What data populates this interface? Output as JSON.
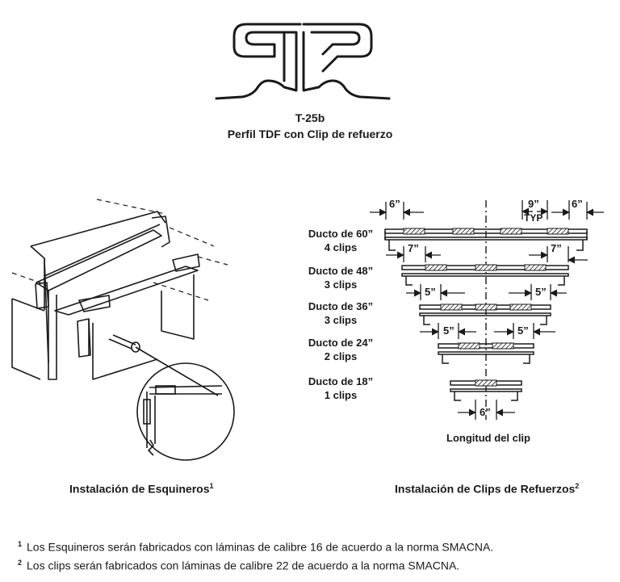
{
  "profile": {
    "code": "T-25b",
    "title": "Perfil TDF con Clip de refuerzo"
  },
  "ducts": [
    {
      "size": "Ducto de 60”",
      "clips": "4 clips"
    },
    {
      "size": "Ducto de 48”",
      "clips": "3 clips"
    },
    {
      "size": "Ducto de 36”",
      "clips": "3 clips"
    },
    {
      "size": "Ducto de 24”",
      "clips": "2 clips"
    },
    {
      "size": "Ducto de 18”",
      "clips": "1 clips"
    }
  ],
  "dimensions": {
    "d60_left": "6”",
    "d60_spacing": "9”",
    "d60_typ": "TYP",
    "d60_right": "6”",
    "d48_left": "7”",
    "d48_right": "7”",
    "d36_left": "5”",
    "d36_right": "5”",
    "d24_left": "5”",
    "d24_right": "5”",
    "d18_clip": "6”"
  },
  "clip_length_label": "Longitud del clip",
  "captions": {
    "corners": "Instalación de Esquineros",
    "corners_ref": "1",
    "clips": "Instalación de Clips de Refuerzos",
    "clips_ref": "2"
  },
  "notes": [
    {
      "ref": "1",
      "text": "Los Esquineros serán fabricados con láminas de calibre 16 de acuerdo a la norma SMACNA."
    },
    {
      "ref": "2",
      "text": "Los clips serán fabricados con láminas de calibre 22 de acuerdo a la norma SMACNA."
    }
  ]
}
